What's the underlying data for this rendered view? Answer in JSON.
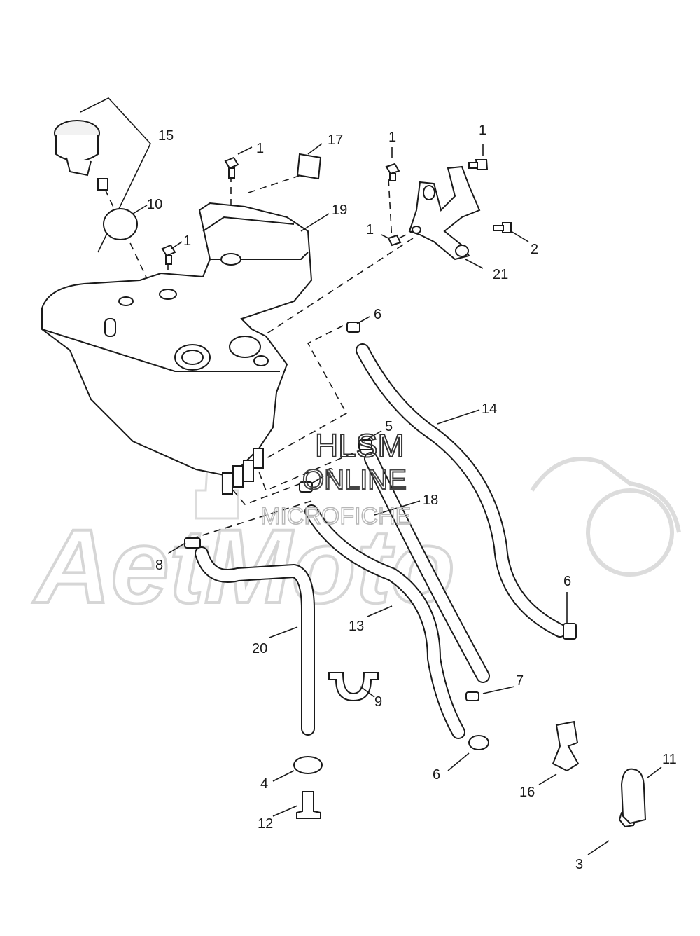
{
  "watermark": {
    "background_brand": "AetMoto",
    "line1": "HLSM",
    "line2": "ONLINE",
    "line3": "MICROFICHE"
  },
  "callouts": [
    {
      "id": "c15",
      "label": "15"
    },
    {
      "id": "c10",
      "label": "10"
    },
    {
      "id": "c1a",
      "label": "1"
    },
    {
      "id": "c17",
      "label": "17"
    },
    {
      "id": "c19",
      "label": "19"
    },
    {
      "id": "c1b",
      "label": "1"
    },
    {
      "id": "c1c",
      "label": "1"
    },
    {
      "id": "c1d",
      "label": "1"
    },
    {
      "id": "c1e",
      "label": "1"
    },
    {
      "id": "c2",
      "label": "2"
    },
    {
      "id": "c21",
      "label": "21"
    },
    {
      "id": "c6a",
      "label": "6"
    },
    {
      "id": "c14",
      "label": "14"
    },
    {
      "id": "c5",
      "label": "5"
    },
    {
      "id": "c6b",
      "label": "6"
    },
    {
      "id": "c18",
      "label": "18"
    },
    {
      "id": "c8",
      "label": "8"
    },
    {
      "id": "c6c",
      "label": "6"
    },
    {
      "id": "c13",
      "label": "13"
    },
    {
      "id": "c20",
      "label": "20"
    },
    {
      "id": "c9",
      "label": "9"
    },
    {
      "id": "c7",
      "label": "7"
    },
    {
      "id": "c6d",
      "label": "6"
    },
    {
      "id": "c4",
      "label": "4"
    },
    {
      "id": "c16",
      "label": "16"
    },
    {
      "id": "c11",
      "label": "11"
    },
    {
      "id": "c12",
      "label": "12"
    },
    {
      "id": "c3",
      "label": "3"
    }
  ]
}
